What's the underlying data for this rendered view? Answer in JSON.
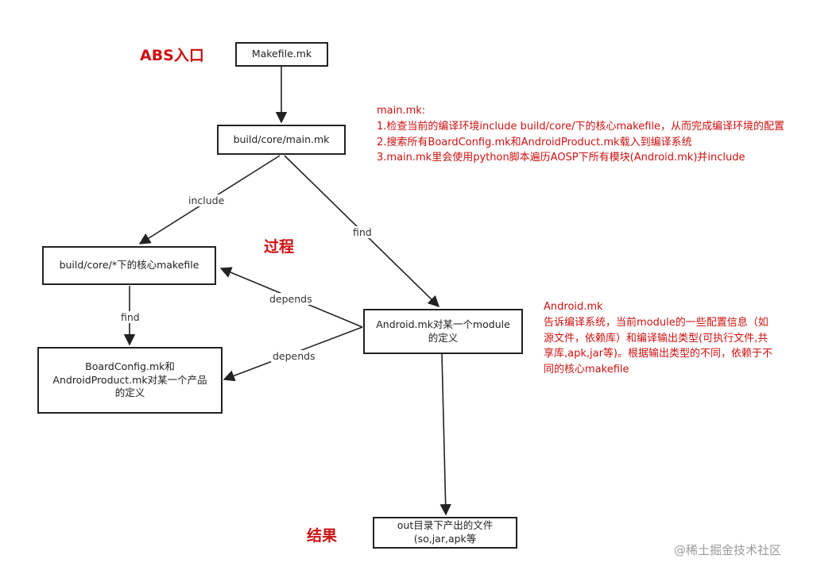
{
  "headings": {
    "entry": "ABS入口",
    "process": "过程",
    "result": "结果"
  },
  "boxes": {
    "makefile": "Makefile.mk",
    "main": "build/core/main.mk",
    "core": "build/core/*下的核心makefile",
    "board": "BoardConfig.mk和\nAndroidProduct.mk对某一个产品\n的定义",
    "module": "Android.mk对某一个module\n的定义",
    "out": "out目录下产出的文件\n(so,jar,apk等"
  },
  "edge_labels": {
    "include": "include",
    "find_main": "find",
    "find_core": "find",
    "depends_core": "depends",
    "depends_board": "depends"
  },
  "notes": {
    "main": "main.mk:\n1.检查当前的编译环境include build/core/下的核心makefile，从而完成编译环境的配置\n2.搜索所有BoardConfig.mk和AndroidProduct.mk载入到编译系统\n3.main.mk里会使用python脚本遍历AOSP下所有模块(Android.mk)并include",
    "android": "Android.mk\n告诉编译系统，当前module的一些配置信息（如源文件，依赖库）和编译输出类型(可执行文件,共享库,apk,jar等)。根据输出类型的不同，依赖于不同的核心makefile"
  },
  "watermark": "@稀土掘金技术社区"
}
